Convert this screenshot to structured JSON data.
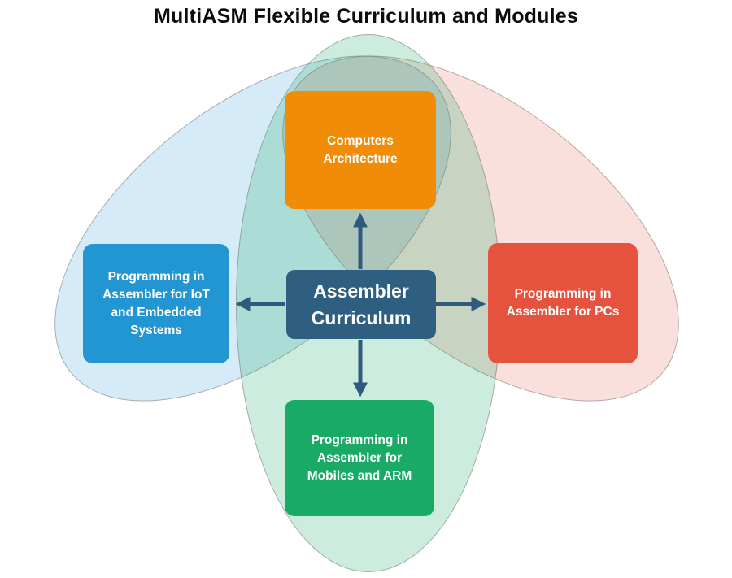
{
  "title": "MultiASM Flexible Curriculum and Modules",
  "diagram": {
    "center_node": {
      "label": "Assembler\nCurriculum",
      "color": "#2E5F80"
    },
    "nodes": {
      "top": {
        "label": "Computers\nArchitecture",
        "color": "#F08C05"
      },
      "left": {
        "label": "Programming in\nAssembler for IoT\nand Embedded\nSystems",
        "color": "#2196D3"
      },
      "right": {
        "label": "Programming in\nAssembler for PCs",
        "color": "#E5523E"
      },
      "bottom": {
        "label": "Programming in\nAssembler for\nMobiles and ARM",
        "color": "#19AA65"
      }
    },
    "ellipses": {
      "left_blue": {
        "fill": "#2196D3",
        "opacity": "0.19"
      },
      "right_red": {
        "fill": "#E5523E",
        "opacity": "0.18"
      },
      "center_green": {
        "fill": "#17A964",
        "opacity": "0.22"
      }
    },
    "arrow_color": "#2E5A7D",
    "text_color": "#FFFFFF",
    "title_color": "#0C0C0C"
  }
}
